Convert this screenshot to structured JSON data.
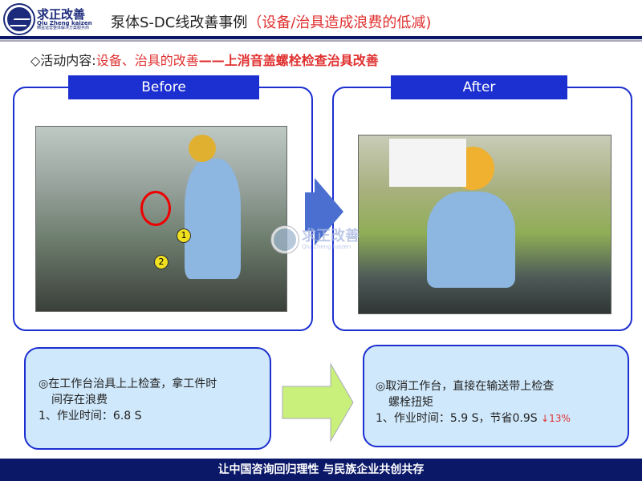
{
  "logo": {
    "cn": "求正改善",
    "en": "Qiu Zheng kaizen",
    "sub": "精益运营整体解决方案服务商"
  },
  "header": {
    "title_main": "泵体S-DC线改善事例",
    "title_red": "（设备/治具造成浪费的低减)"
  },
  "activity": {
    "prefix": "◇活动内容:",
    "part1": "设备、治具的改善",
    "part2": "——上消音盖螺栓检查治具改善"
  },
  "before": {
    "label": "Before",
    "markers": [
      "1",
      "2"
    ],
    "box": {
      "line1": "◎在工作台治具上上检查，拿工件时",
      "line2": "间存在浪费",
      "line3": "1、作业时间：6.8  S"
    }
  },
  "after": {
    "label": "After",
    "box": {
      "line1": "◎取消工作台，直接在输送带上检查",
      "line2": "螺栓扭矩",
      "line3": "1、作业时间：5.9 S，节省0.9S",
      "reduction": "↓13%"
    }
  },
  "watermark": {
    "cn": "求正改善",
    "en": "Qiu Zheng kaizen"
  },
  "footer": {
    "slogan": "让中国咨询回归理性  与民族企业共创共存"
  },
  "colors": {
    "navy": "#0b1868",
    "blue": "#1c2fd0",
    "red": "#e03030",
    "box": "#cfe8fb",
    "arrow": "#c8f07a"
  }
}
